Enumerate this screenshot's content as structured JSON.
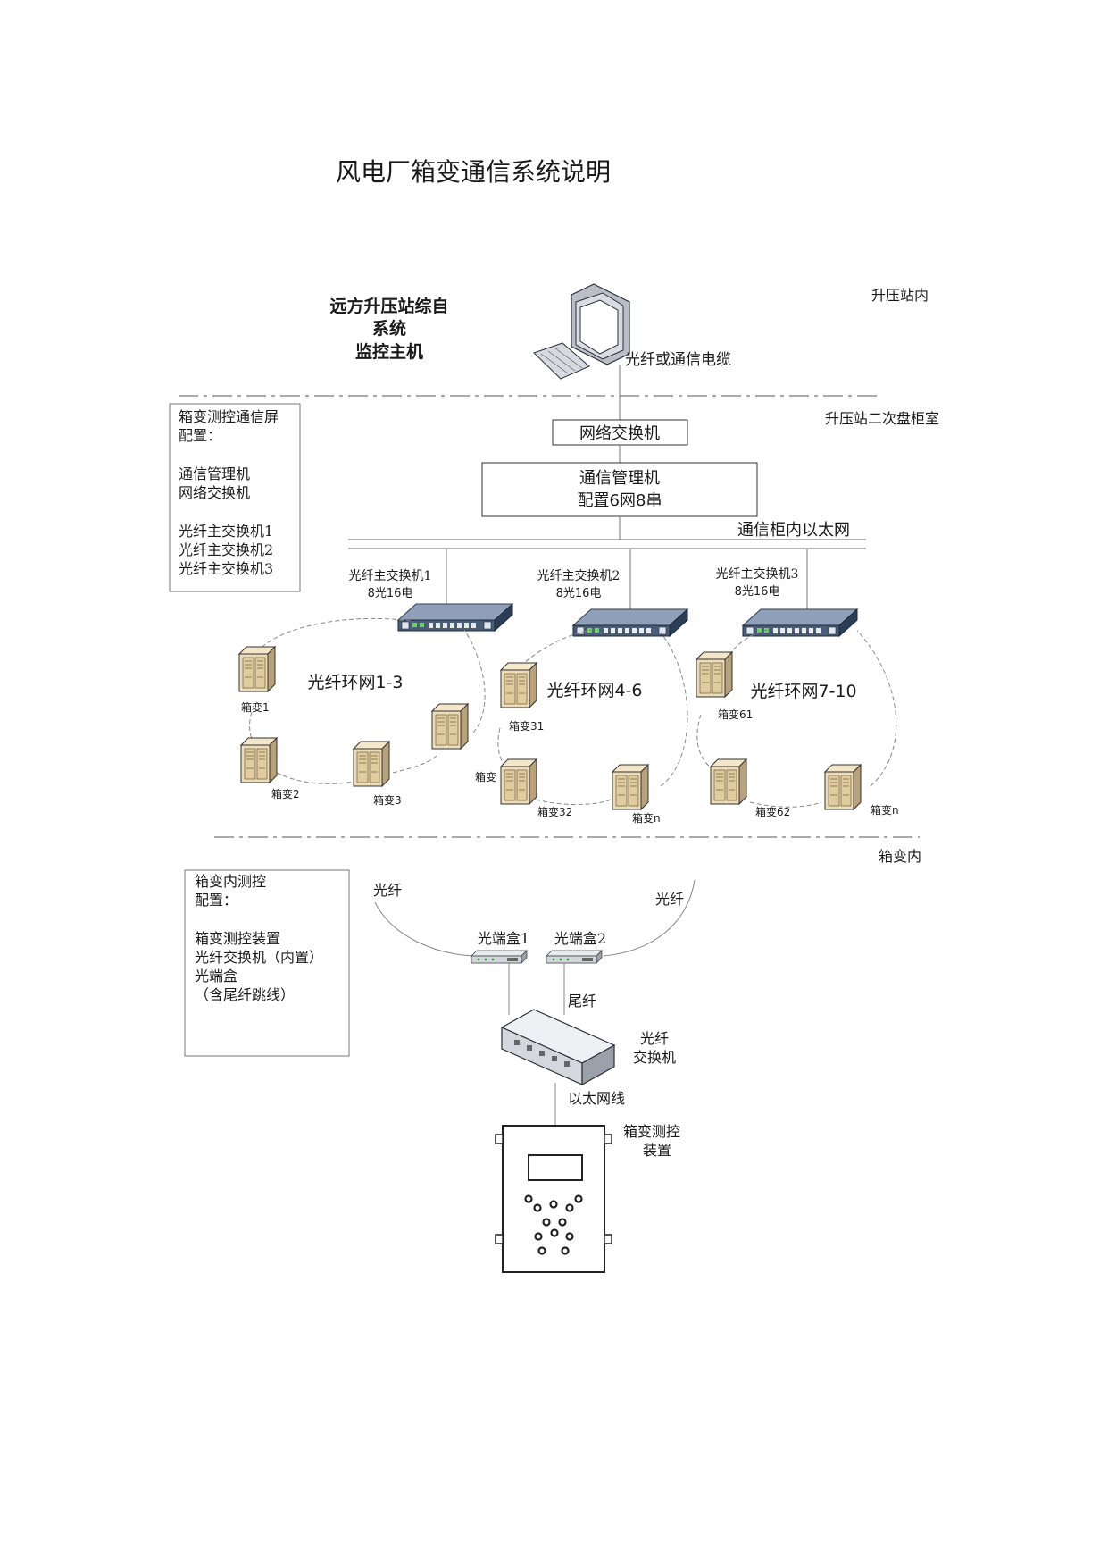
{
  "page": {
    "title": "风电厂箱变通信系统说明"
  },
  "zones": {
    "substation_inside": "升压站内",
    "secondary_room": "升压站二次盘柜室",
    "box_inside": "箱变内"
  },
  "top": {
    "host_lines": [
      "远方升压站综自",
      "系统",
      "监控主机"
    ],
    "cable_label": "光纤或通信电缆"
  },
  "left_panel_1": {
    "lines": [
      "箱变测控通信屏",
      "配置：",
      "",
      "通信管理机",
      "网络交换机",
      "",
      "光纤主交换机1",
      "光纤主交换机2",
      "光纤主交换机3"
    ]
  },
  "network": {
    "switch_label": "网络交换机",
    "comm_manager_line1": "通信管理机",
    "comm_manager_line2": "配置6网8串",
    "ethernet_label": "通信柜内以太网"
  },
  "main_switches": [
    {
      "name": "光纤主交换机1",
      "ports": "8光16电"
    },
    {
      "name": "光纤主交换机2",
      "ports": "8光16电"
    },
    {
      "name": "光纤主交换机3",
      "ports": "8光16电"
    }
  ],
  "rings": [
    {
      "label": "光纤环网1-3"
    },
    {
      "label": "光纤环网4-6"
    },
    {
      "label": "光纤环网7-10"
    }
  ],
  "boxes": {
    "b1": "箱变1",
    "b2": "箱变2",
    "b3": "箱变3",
    "b31": "箱变31",
    "b_mid": "箱变",
    "b32": "箱变32",
    "bn1": "箱变n",
    "b61": "箱变61",
    "b62": "箱变62",
    "bn2": "箱变n"
  },
  "left_panel_2": {
    "lines": [
      "箱变内测控",
      "配置：",
      "",
      "箱变测控装置",
      "光纤交换机（内置）",
      "光端盒",
      "（含尾纤跳线）"
    ]
  },
  "bottom": {
    "fiber_left": "光纤",
    "fiber_right": "光纤",
    "odf1": "光端盒1",
    "odf2": "光端盒2",
    "pigtail": "尾纤",
    "fiber_switch_lines": [
      "光纤",
      "交换机"
    ],
    "ethernet_cable": "以太网线",
    "device_lines": [
      "箱变测控",
      "装置"
    ]
  }
}
